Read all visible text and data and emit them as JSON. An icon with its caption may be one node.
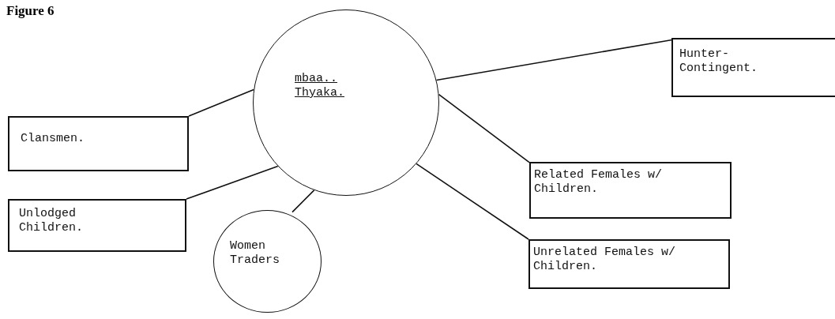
{
  "diagram": {
    "title": "Figure 6",
    "nodes": [
      {
        "text": [
          "mbaa.. Thyaka."
        ]
      },
      {
        "text": [
          "Hunter- Contingent."
        ]
      },
      {
        "text": [
          "Clansmen."
        ]
      },
      {
        "text": [
          "Related Females w/ Children."
        ]
      },
      {
        "text": [
          "Unlodged Children."
        ]
      },
      {
        "text": [
          "Women Traders"
        ]
      },
      {
        "text": [
          "Unrelated Females w/ Children."
        ]
      }
    ],
    "edges": [
      {
        "from": 0,
        "to": 1,
        "arrow": "none"
      },
      {
        "from": 0,
        "to": 2,
        "arrow": "none"
      },
      {
        "from": 0,
        "to": 3,
        "arrow": "none"
      },
      {
        "from": 0,
        "to": 4,
        "arrow": "none"
      },
      {
        "from": 0,
        "to": 5,
        "arrow": "none"
      },
      {
        "from": 0,
        "to": 6,
        "arrow": "none"
      }
    ]
  }
}
